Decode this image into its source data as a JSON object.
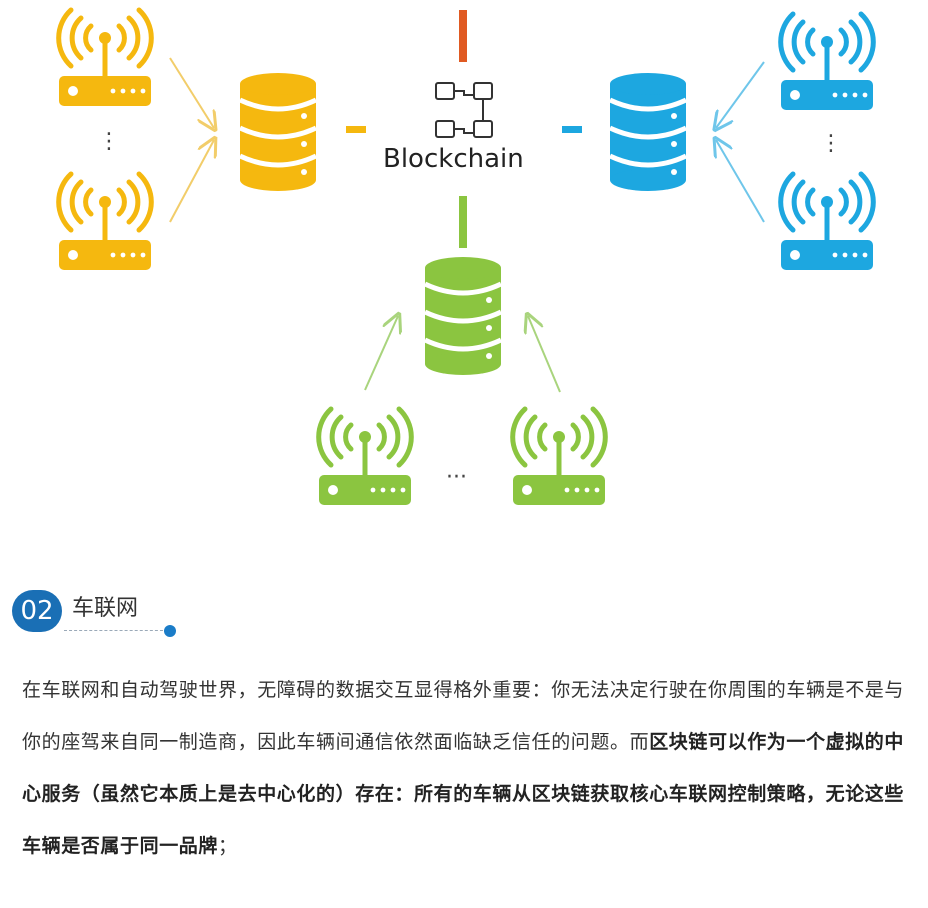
{
  "diagram": {
    "blockchain_label": "Blockchain",
    "ellipsis_vertical": "⋮",
    "ellipsis_horizontal": "···",
    "colors": {
      "yellow": "#f5b80f",
      "blue": "#1da7e0",
      "green": "#8bc540",
      "orange": "#e05a22",
      "arrow_yellow": "#f2cd6a",
      "arrow_blue": "#6fc6ea",
      "arrow_green": "#a9d47d"
    },
    "icons": [
      "router-icon",
      "database-icon",
      "blockchain-icon"
    ]
  },
  "section": {
    "number": "02",
    "title": "车联网"
  },
  "paragraph": {
    "part1": "在车联网和自动驾驶世界，无障碍的数据交互显得格外重要：你无法决定行驶在你周围的车辆是不是与你的座驾来自同一制造商，因此车辆间通信依然面临缺乏信任的问题。而",
    "bold": "区块链可以作为一个虚拟的中心服务（虽然它本质上是去中心化的）存在：所有的车辆从区块链获取核心车联网控制策略，无论这些车辆是否属于同一品牌",
    "part2": "；"
  }
}
